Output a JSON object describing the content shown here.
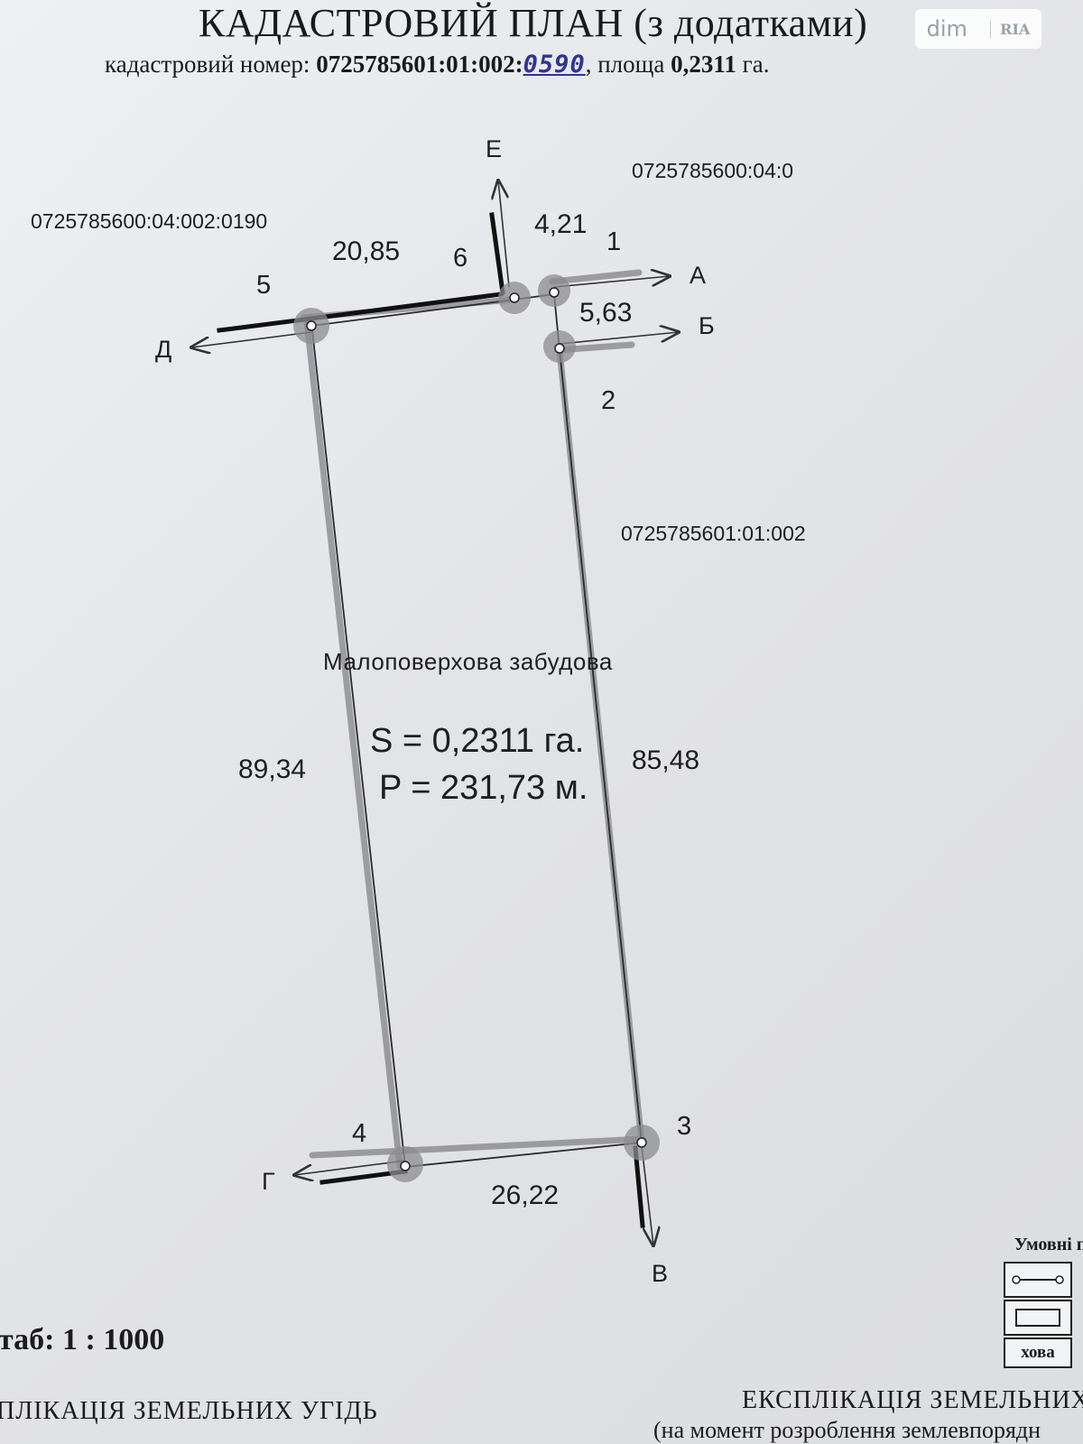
{
  "header": {
    "title": "КАДАСТРОВИЙ ПЛАН (з додатками)",
    "cadastral_prefix": "кадастровий номер: ",
    "cadastral_number": "0725785601:01:002:",
    "cadastral_handwritten": "0590",
    "area_prefix": ", площа ",
    "area_value": "0,2311",
    "area_unit": " га."
  },
  "watermark": {
    "dim": "dim",
    "ria": "RIA"
  },
  "plan": {
    "neighbor_parcels": {
      "top_left": "0725785600:04:002:0190",
      "top_right": "0725785600:04:0",
      "right": "0725785601:01:002"
    },
    "land_use": "Малоповерхова забудова",
    "area_label": "S = 0,2311 га.",
    "perimeter_label": "P = 231,73 м.",
    "dimensions": {
      "side_5_6": "20,85",
      "side_6_1": "4,21",
      "side_1_2": "5,63",
      "side_2_3": "85,48",
      "side_3_4": "26,22",
      "side_4_5": "89,34"
    },
    "points": [
      "1",
      "2",
      "3",
      "4",
      "5",
      "6"
    ],
    "neighbor_letters": {
      "a": "А",
      "b": "Б",
      "v": "В",
      "g": "Г",
      "d": "Д",
      "e": "Е"
    }
  },
  "footer": {
    "scale": "таб: 1 : 1000",
    "explication_left": "ПЛІКАЦІЯ ЗЕМЕЛЬНИХ УГІДЬ",
    "explication_right": "ЕКСПЛІКАЦІЯ ЗЕМЕЛЬНИХ",
    "explication_right_sub": "(на момент розроблення землевпорядн"
  },
  "legend": {
    "title": "Умовні п",
    "third_label": "хова"
  }
}
